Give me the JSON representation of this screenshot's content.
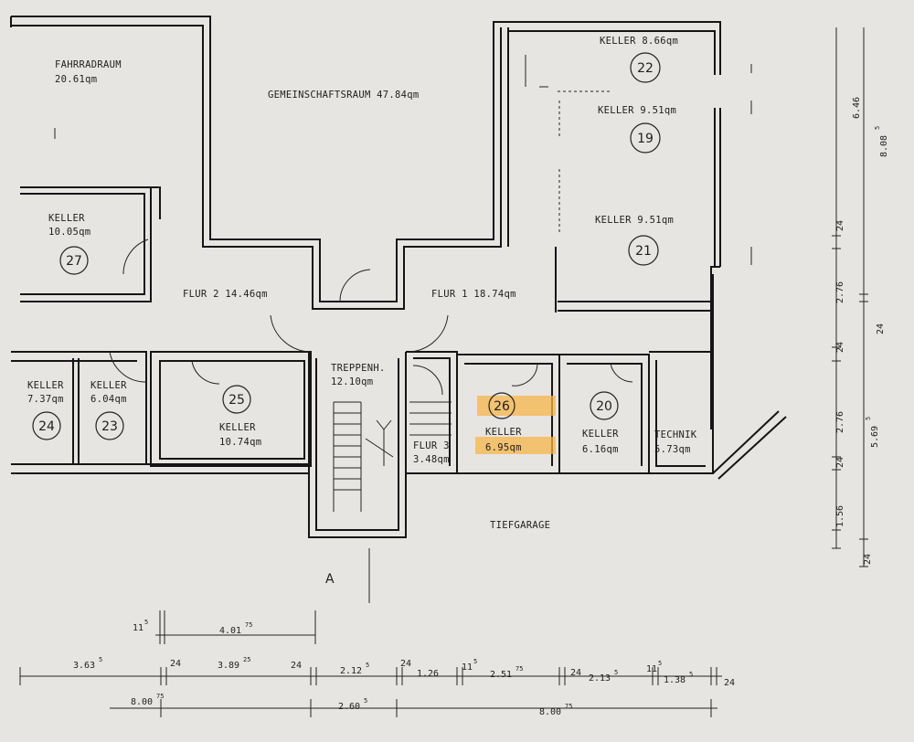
{
  "rooms": {
    "fahrradraum": {
      "name": "FAHRRADRAUM",
      "area": "20.61qm"
    },
    "gemeinschaftsraum": {
      "label": "GEMEINSCHAFTSRAUM 47.84qm"
    },
    "keller22": {
      "label": "KELLER 8.66qm",
      "number": "22"
    },
    "keller19": {
      "label": "KELLER 9.51qm",
      "number": "19"
    },
    "keller21": {
      "label": "KELLER 9.51qm",
      "number": "21"
    },
    "keller27": {
      "name": "KELLER",
      "area": "10.05qm",
      "number": "27"
    },
    "flur2": {
      "label": "FLUR 2  14.46qm"
    },
    "flur1": {
      "label": "FLUR 1  18.74qm"
    },
    "keller24": {
      "name": "KELLER",
      "area": "7.37qm",
      "number": "24"
    },
    "keller23": {
      "name": "KELLER",
      "area": "6.04qm",
      "number": "23"
    },
    "keller25": {
      "name": "KELLER",
      "area": "10.74qm",
      "number": "25"
    },
    "treppenhaus": {
      "name": "TREPPENH.",
      "area": "12.10qm"
    },
    "flur3": {
      "name": "FLUR 3",
      "area": "3.48qm"
    },
    "keller26": {
      "name": "KELLER",
      "area": "6.95qm",
      "number": "26"
    },
    "keller20": {
      "name": "KELLER",
      "area": "6.16qm",
      "number": "20"
    },
    "technik": {
      "name": "TECHNIK",
      "area": "5.73qm"
    },
    "tiefgarage": {
      "label": "TIEFGARAGE"
    }
  },
  "section_marker": "A",
  "highlight_color": "#f5b64a",
  "dimensions": {
    "right": {
      "d646": "6.46",
      "d808": "8.08",
      "d808_sup": "5",
      "d24a": "24",
      "d276a": "2.76",
      "d24b": "24",
      "d24c": "24",
      "d276b": "2.76",
      "d569": "5.69",
      "d569_sup": "5",
      "d24d": "24",
      "d156": "1.56",
      "d24e": "24"
    },
    "bottom": {
      "d11a": "11",
      "d11a_sup": "5",
      "d401": "4.01",
      "d401_sup": "75",
      "d363": "3.63",
      "d363_sup": "5",
      "d24f": "24",
      "d389": "3.89",
      "d389_sup": "25",
      "d24g": "24",
      "d212a": "2.12",
      "d212a_sup": "5",
      "d24h": "24",
      "d126": "1.26",
      "d11b": "11",
      "d11b_sup": "5",
      "d251": "2.51",
      "d251_sup": "75",
      "d24i": "24",
      "d213": "2.13",
      "d213_sup": "5",
      "d11c": "11",
      "d11c_sup": "5",
      "d138": "1.38",
      "d138_sup": "5",
      "d24j": "24",
      "d800a": "8.00",
      "d800a_sup": "75",
      "d260": "2.60",
      "d260_sup": "5",
      "d800b": "8.00",
      "d800b_sup": "75"
    }
  }
}
